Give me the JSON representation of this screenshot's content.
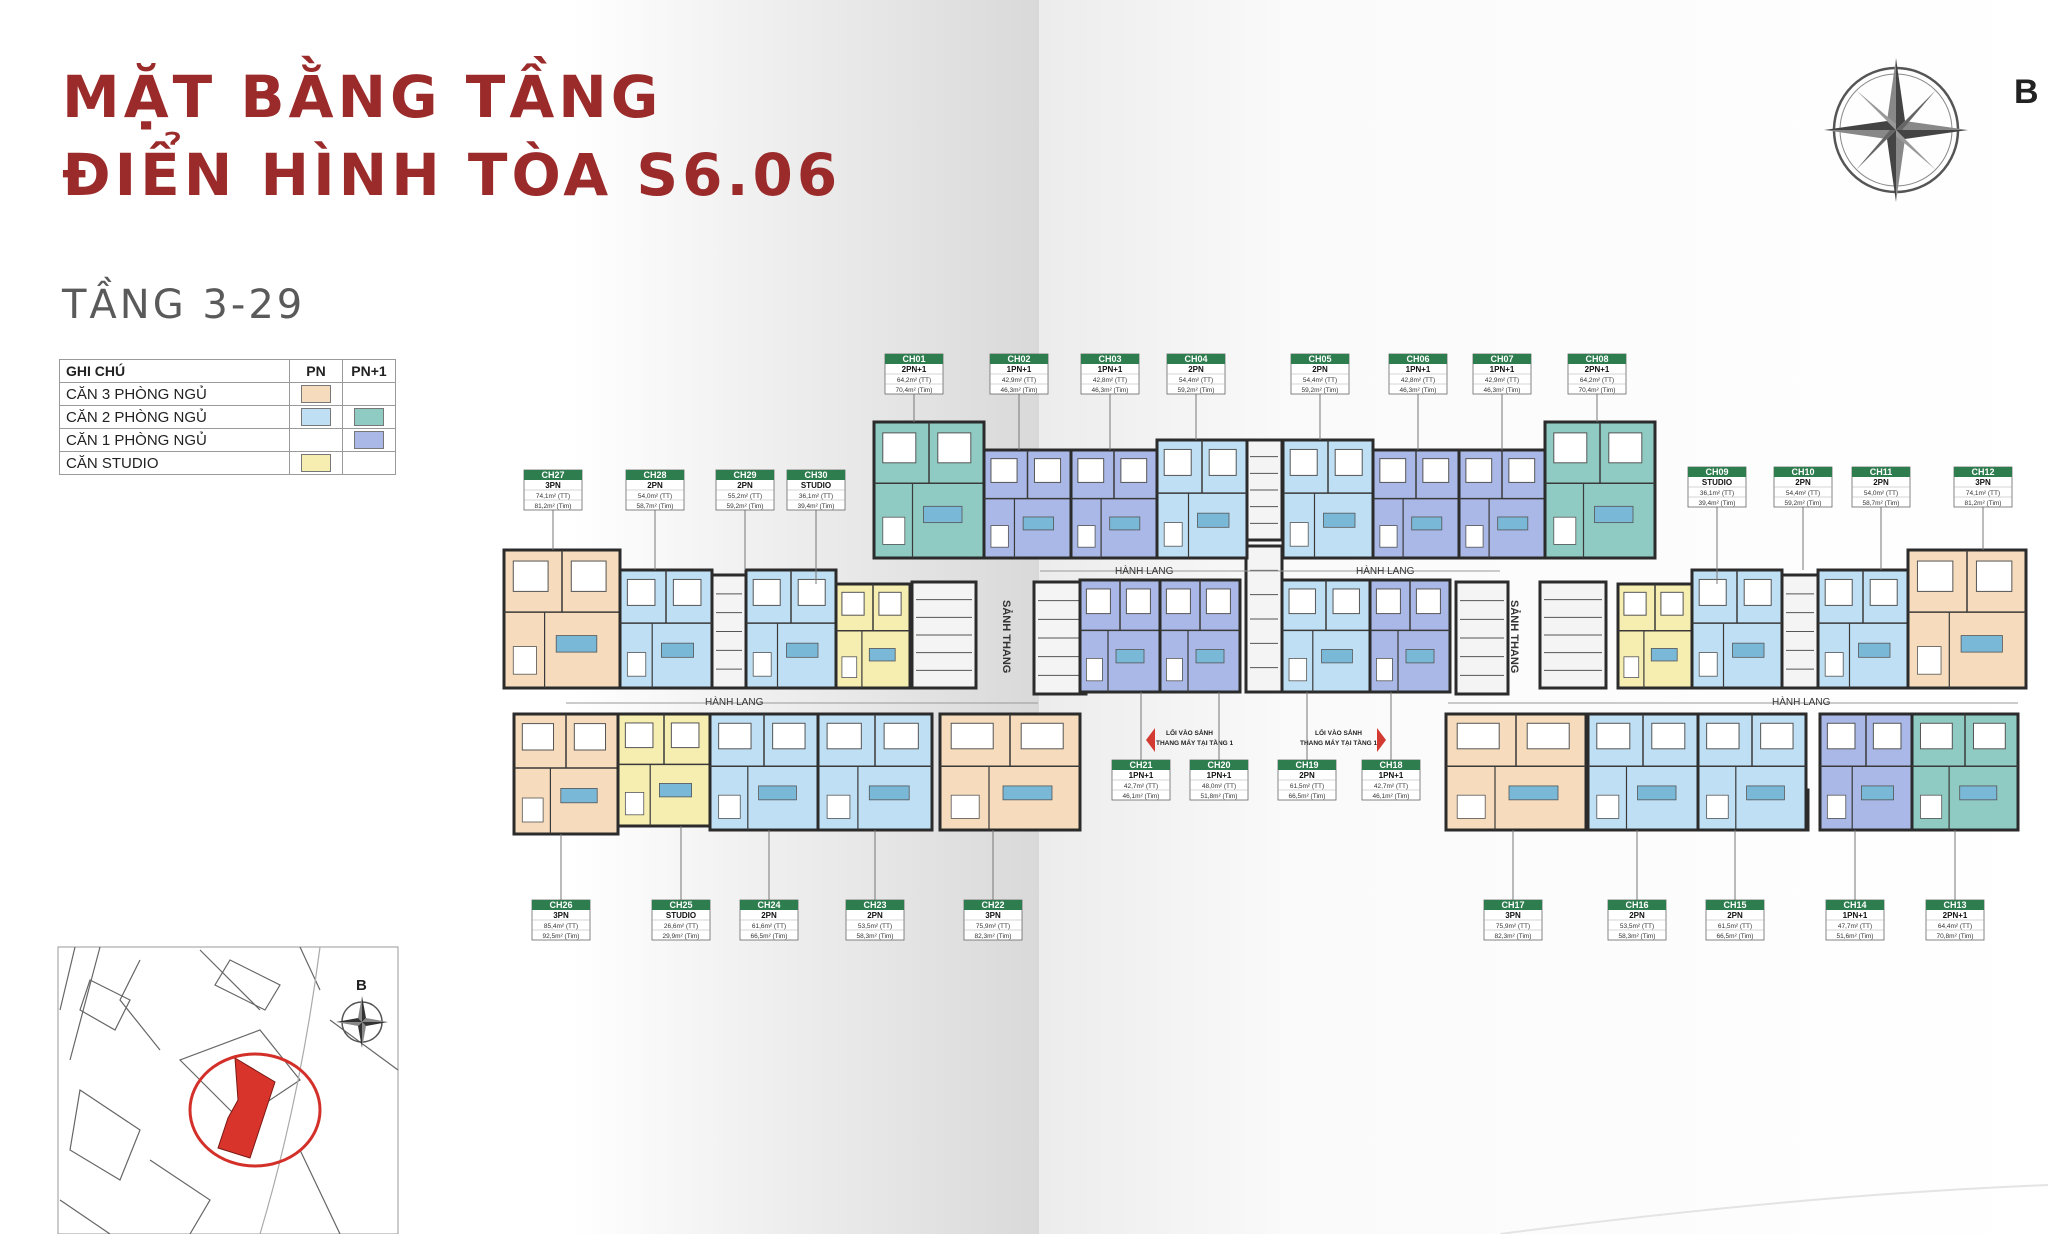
{
  "title": {
    "line1": "MẶT BẰNG TẦNG",
    "line2": "ĐIỂN HÌNH TÒA S6.06",
    "floors": "TẦNG 3-29"
  },
  "legend": {
    "headers": [
      "GHI CHÚ",
      "PN",
      "PN+1"
    ],
    "rows": [
      {
        "label": "CĂN 3 PHÒNG NGỦ",
        "pn": "#f6dcbc",
        "pn1": ""
      },
      {
        "label": "CĂN 2 PHÒNG NGỦ",
        "pn": "#bfe0f4",
        "pn1": "#8fcbc2"
      },
      {
        "label": "CĂN 1 PHÒNG NGỦ",
        "pn": "",
        "pn1": "#a9b8e6"
      },
      {
        "label": "CĂN STUDIO",
        "pn": "#f5eeb0",
        "pn1": ""
      }
    ]
  },
  "compass": {
    "letter": "B"
  },
  "keymap": {
    "compass_letter": "B"
  },
  "corridors": [
    "HÀNH LANG",
    "HÀNH LANG",
    "HÀNH LANG",
    "HÀNH LANG"
  ],
  "lobbies": [
    "SẢNH THANG",
    "SẢNH THANG"
  ],
  "entrances": [
    {
      "line1": "LỐI VÀO SẢNH",
      "line2": "THANG MÁY TẠI TẦNG 1"
    },
    {
      "line1": "LỐI VÀO SẢNH",
      "line2": "THANG MÁY TẠI TẦNG 1"
    }
  ],
  "colors": {
    "title": "#9b2a2a",
    "label_header": "#2e7d4f",
    "three_br": "#f6dcbc",
    "two_br": "#bfe0f4",
    "two_br_plus": "#8fcbc2",
    "one_br_plus": "#a9b8e6",
    "studio": "#f5eeb0",
    "wall": "#2b2b2b"
  },
  "units": [
    {
      "code": "CH01",
      "type": "2PN+1",
      "tt": "64,2m² (TT)",
      "tim": "70,4m² (Tim)"
    },
    {
      "code": "CH02",
      "type": "1PN+1",
      "tt": "42,9m² (TT)",
      "tim": "46,3m² (Tim)"
    },
    {
      "code": "CH03",
      "type": "1PN+1",
      "tt": "42,8m² (TT)",
      "tim": "46,3m² (Tim)"
    },
    {
      "code": "CH04",
      "type": "2PN",
      "tt": "54,4m² (TT)",
      "tim": "59,2m² (Tim)"
    },
    {
      "code": "CH05",
      "type": "2PN",
      "tt": "54,4m² (TT)",
      "tim": "59,2m² (Tim)"
    },
    {
      "code": "CH06",
      "type": "1PN+1",
      "tt": "42,8m² (TT)",
      "tim": "46,3m² (Tim)"
    },
    {
      "code": "CH07",
      "type": "1PN+1",
      "tt": "42,9m² (TT)",
      "tim": "46,3m² (Tim)"
    },
    {
      "code": "CH08",
      "type": "2PN+1",
      "tt": "64,2m² (TT)",
      "tim": "70,4m² (Tim)"
    },
    {
      "code": "CH09",
      "type": "STUDIO",
      "tt": "36,1m² (TT)",
      "tim": "39,4m² (Tim)"
    },
    {
      "code": "CH10",
      "type": "2PN",
      "tt": "54,4m² (TT)",
      "tim": "59,2m² (Tim)"
    },
    {
      "code": "CH11",
      "type": "2PN",
      "tt": "54,0m² (TT)",
      "tim": "58,7m² (Tim)"
    },
    {
      "code": "CH12",
      "type": "3PN",
      "tt": "74,1m² (TT)",
      "tim": "81,2m² (Tim)"
    },
    {
      "code": "CH13",
      "type": "2PN+1",
      "tt": "64,4m² (TT)",
      "tim": "70,8m² (Tim)"
    },
    {
      "code": "CH14",
      "type": "1PN+1",
      "tt": "47,7m² (TT)",
      "tim": "51,6m² (Tim)"
    },
    {
      "code": "CH15",
      "type": "2PN",
      "tt": "61,5m² (TT)",
      "tim": "66,5m² (Tim)"
    },
    {
      "code": "CH16",
      "type": "2PN",
      "tt": "53,5m² (TT)",
      "tim": "58,3m² (Tim)"
    },
    {
      "code": "CH17",
      "type": "3PN",
      "tt": "75,9m² (TT)",
      "tim": "82,3m² (Tim)"
    },
    {
      "code": "CH18",
      "type": "1PN+1",
      "tt": "42,7m² (TT)",
      "tim": "46,1m² (Tim)"
    },
    {
      "code": "CH19",
      "type": "2PN",
      "tt": "61,5m² (TT)",
      "tim": "66,5m² (Tim)"
    },
    {
      "code": "CH20",
      "type": "1PN+1",
      "tt": "48,0m² (TT)",
      "tim": "51,8m² (Tim)"
    },
    {
      "code": "CH21",
      "type": "1PN+1",
      "tt": "42,7m² (TT)",
      "tim": "46,1m² (Tim)"
    },
    {
      "code": "CH22",
      "type": "3PN",
      "tt": "75,9m² (TT)",
      "tim": "82,3m² (Tim)"
    },
    {
      "code": "CH23",
      "type": "2PN",
      "tt": "53,5m² (TT)",
      "tim": "58,3m² (Tim)"
    },
    {
      "code": "CH24",
      "type": "2PN",
      "tt": "61,6m² (TT)",
      "tim": "66,5m² (Tim)"
    },
    {
      "code": "CH25",
      "type": "STUDIO",
      "tt": "26,6m² (TT)",
      "tim": "29,9m² (Tim)"
    },
    {
      "code": "CH26",
      "type": "3PN",
      "tt": "85,4m² (TT)",
      "tim": "92,5m² (Tim)"
    },
    {
      "code": "CH27",
      "type": "3PN",
      "tt": "74,1m² (TT)",
      "tim": "81,2m² (Tim)"
    },
    {
      "code": "CH28",
      "type": "2PN",
      "tt": "54,0m² (TT)",
      "tim": "58,7m² (Tim)"
    },
    {
      "code": "CH29",
      "type": "2PN",
      "tt": "55,2m² (TT)",
      "tim": "59,2m² (Tim)"
    },
    {
      "code": "CH30",
      "type": "STUDIO",
      "tt": "36,1m² (TT)",
      "tim": "39,4m² (Tim)"
    }
  ]
}
